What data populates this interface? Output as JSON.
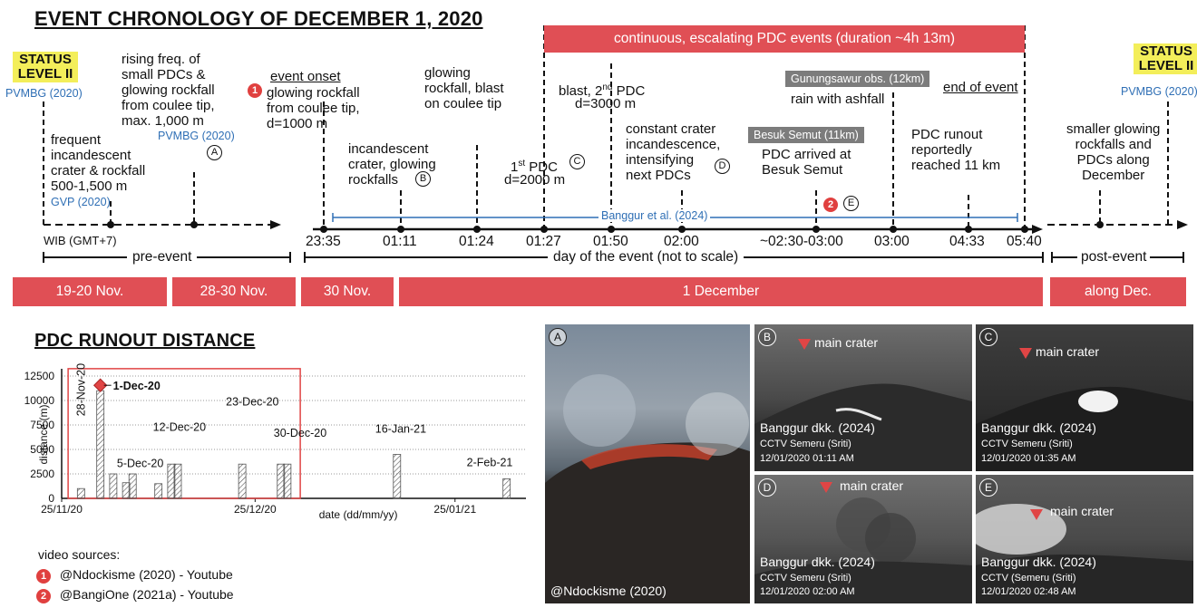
{
  "titles": {
    "chronology": "EVENT CHRONOLOGY OF DECEMBER 1, 2020",
    "runout": "PDC RUNOUT DISTANCE"
  },
  "status": {
    "left": "STATUS\nLEVEL II",
    "right": "STATUS\nLEVEL II",
    "left_source": "PVMBG (2020)",
    "right_source": "PVMBG (2020)"
  },
  "top_bar": "continuous, escalating PDC events (duration ~4h 13m)",
  "labels": {
    "rising": "rising freq. of\nsmall PDCs &\nglowing rockfall\nfrom coulee tip,\nmax. 1,000 m",
    "rising_source": "PVMBG (2020)",
    "frequent": "frequent\nincandescent\ncrater & rockfall\n500-1,500 m",
    "frequent_source": "GVP (2020)",
    "onset_title": "event onset",
    "onset": "glowing rockfall\nfrom coulee tip,\nd=1000 m",
    "incand": "incandescent\ncrater, glowing\nrockfalls",
    "glow_blast": "glowing\nrockfall, blast\non coulee tip",
    "first_pdc_pre": "1",
    "first_pdc_sup": "st",
    "first_pdc_post": " PDC",
    "first_pdc_d": "d=2000 m",
    "blast_pre": "blast, 2",
    "blast_sup": "nd",
    "blast_post": " PDC",
    "blast_d": "d=3000 m",
    "constant": "constant crater\nincandescence,\nintensifying\nnext PDCs",
    "besuk_box": "Besuk Semut (11km)",
    "besuk": "PDC arrived at\nBesuk Semut",
    "gunung_box": "Gunungsawur obs. (12km)",
    "rain": "rain with ashfall",
    "end": "end of event",
    "runout": "PDC runout\nreportedly\nreached 11 km",
    "smaller": "smaller glowing\nrockfalls and\nPDCs along\nDecember",
    "banggur_line": "Banggur et al. (2024)",
    "wib": "WIB (GMT+7)"
  },
  "markers": {
    "A": "A",
    "B": "B",
    "C": "C",
    "D": "D",
    "E": "E",
    "r1": "1",
    "r2": "2"
  },
  "times": [
    "23:35",
    "01:11",
    "01:24",
    "01:27",
    "01:50",
    "02:00",
    "~02:30-03:00",
    "03:00",
    "04:33",
    "05:40"
  ],
  "phases": {
    "pre": "pre-event",
    "day": "day of the event (not to scale)",
    "post": "post-event"
  },
  "date_bars": [
    "19-20 Nov.",
    "28-30 Nov.",
    "30 Nov.",
    "1 December",
    "along Dec."
  ],
  "video_sources": {
    "title": "video sources:",
    "items": [
      {
        "n": "1",
        "text": "@Ndockisme (2020) - Youtube"
      },
      {
        "n": "2",
        "text": "@BangiOne (2021a) - Youtube"
      }
    ]
  },
  "photos": [
    {
      "letter": "A",
      "caption": "@Ndockisme (2020)"
    },
    {
      "letter": "B",
      "label": "main crater",
      "caption": "Banggur dkk. (2024)",
      "sub1": "CCTV Semeru (Sriti)",
      "sub2": "12/01/2020 01:11 AM"
    },
    {
      "letter": "C",
      "label": "main crater",
      "caption": "Banggur dkk. (2024)",
      "sub1": "CCTV Semeru (Sriti)",
      "sub2": "12/01/2020 01:35 AM"
    },
    {
      "letter": "D",
      "label": "main crater",
      "caption": "Banggur dkk. (2024)",
      "sub1": "CCTV Semeru (Sriti)",
      "sub2": "12/01/2020 02:00 AM"
    },
    {
      "letter": "E",
      "label": "main crater",
      "caption": "Banggur dkk. (2024)",
      "sub1": "CCTV (Semeru (Sriti)",
      "sub2": "12/01/2020 02:48 AM"
    }
  ],
  "chart_data": {
    "type": "bar",
    "title": "PDC RUNOUT DISTANCE",
    "xlabel": "date (dd/mm/yy)",
    "ylabel": "distance (m)",
    "ylim": [
      0,
      12500
    ],
    "yticks": [
      0,
      2500,
      5000,
      7500,
      10000,
      12500
    ],
    "xticks": [
      "25/11/20",
      "25/12/20",
      "25/01/21"
    ],
    "x": [
      "28/11/20",
      "01/12/20",
      "03/12/20",
      "05/12/20",
      "06/12/20",
      "10/12/20",
      "12/12/20",
      "13/12/20",
      "23/12/20",
      "29/12/20",
      "30/12/20",
      "16/01/21",
      "02/02/21"
    ],
    "values": [
      1000,
      11000,
      2500,
      1600,
      2500,
      1500,
      3500,
      3500,
      3500,
      3500,
      3500,
      4500,
      2000
    ],
    "annotations": [
      "28-Nov-20",
      "1-Dec-20",
      "5-Dec-20",
      "12-Dec-20",
      "23-Dec-20",
      "30-Dec-20",
      "16-Jan-21",
      "2-Feb-21"
    ],
    "highlight": "1-Dec-20",
    "grid": true
  },
  "colors": {
    "red": "#e04f55",
    "yellow": "#f3ee5a",
    "blue": "#2f6fb5",
    "gray": "#7c7c7c"
  }
}
